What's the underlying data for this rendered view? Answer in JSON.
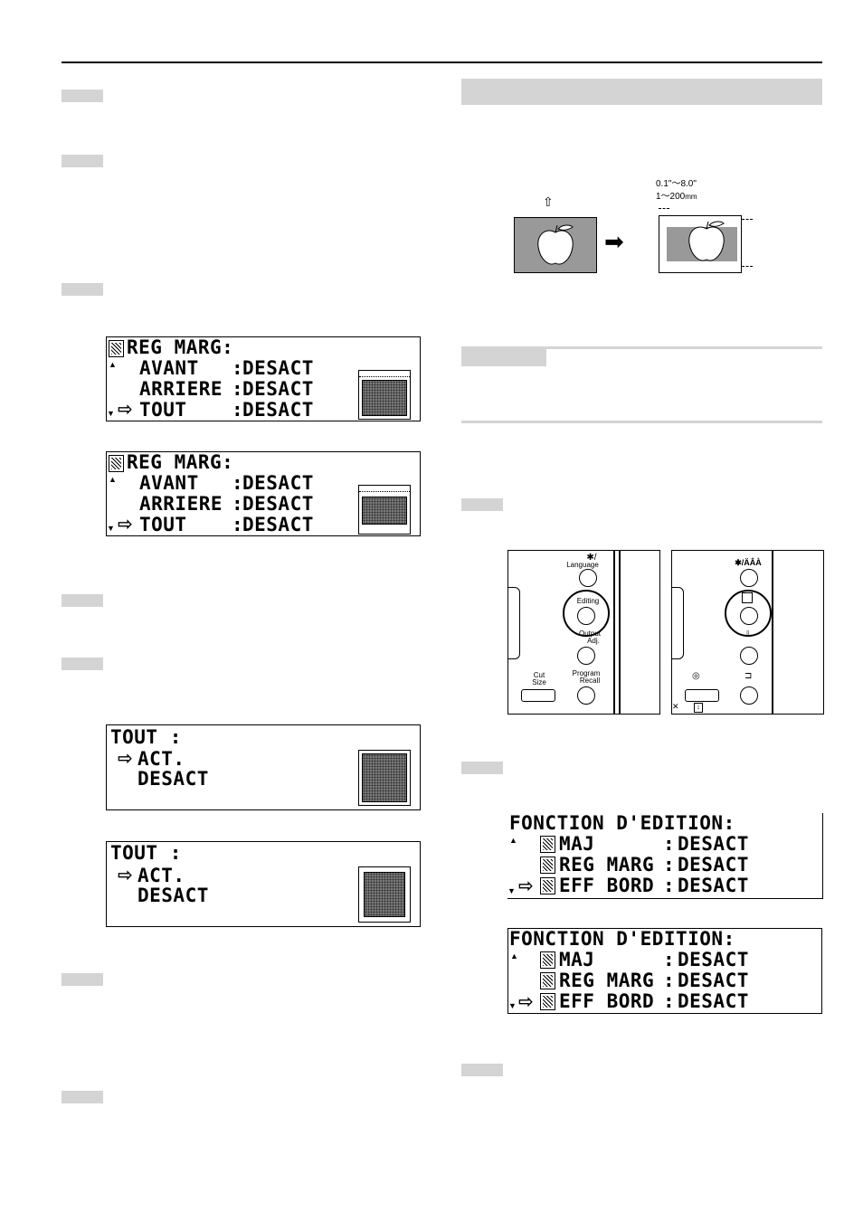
{
  "left_column": {
    "lcd_reg_marg_1": {
      "title": "REG MARG:",
      "rows": [
        {
          "label": "AVANT",
          "value": "DESACT"
        },
        {
          "label": "ARRIERE",
          "value": "DESACT"
        },
        {
          "label": "TOUT",
          "value": "DESACT"
        }
      ]
    },
    "lcd_reg_marg_2": {
      "title": "REG MARG:",
      "rows": [
        {
          "label": "AVANT",
          "value": "DESACT"
        },
        {
          "label": "ARRIERE",
          "value": "DESACT"
        },
        {
          "label": "TOUT",
          "value": "DESACT"
        }
      ]
    },
    "lcd_tout_1": {
      "title": "TOUT :",
      "options": [
        "ACT.",
        "DESACT"
      ]
    },
    "lcd_tout_2": {
      "title": "TOUT :",
      "options": [
        "ACT.",
        "DESACT"
      ]
    },
    "separator": ":"
  },
  "right_column": {
    "diagram": {
      "range_inch": "0.1\"～8.0\"",
      "range_mm": "1～200",
      "range_mm_unit": "mm"
    },
    "panel_left": {
      "language_top": "✱/",
      "language": "Language",
      "editing": "Editing",
      "output_1": "Output",
      "output_2": "Adj.",
      "cut_1": "Cut",
      "cut_2": "Size",
      "program_1": "Program",
      "program_2": "Recall"
    },
    "panel_right": {
      "language": "✱/ÄÂÀ"
    },
    "lcd_fonction_1": {
      "title": "FONCTION D'EDITION:",
      "rows": [
        {
          "label": "MAJ",
          "value": "DESACT"
        },
        {
          "label": "REG MARG",
          "value": "DESACT"
        },
        {
          "label": "EFF BORD",
          "value": "DESACT"
        }
      ]
    },
    "lcd_fonction_2": {
      "title": "FONCTION D'EDITION:",
      "rows": [
        {
          "label": "MAJ",
          "value": "DESACT"
        },
        {
          "label": "REG MARG",
          "value": "DESACT"
        },
        {
          "label": "EFF BORD",
          "value": "DESACT"
        }
      ]
    }
  },
  "colors": {
    "step_tag": "#d4d4d4",
    "header_bar": "#d4d4d4",
    "rule": "#000000"
  },
  "icons": [
    "margin-icon",
    "cursor-arrow-icon",
    "scroll-up-icon",
    "scroll-down-icon",
    "arrow-right-icon"
  ]
}
